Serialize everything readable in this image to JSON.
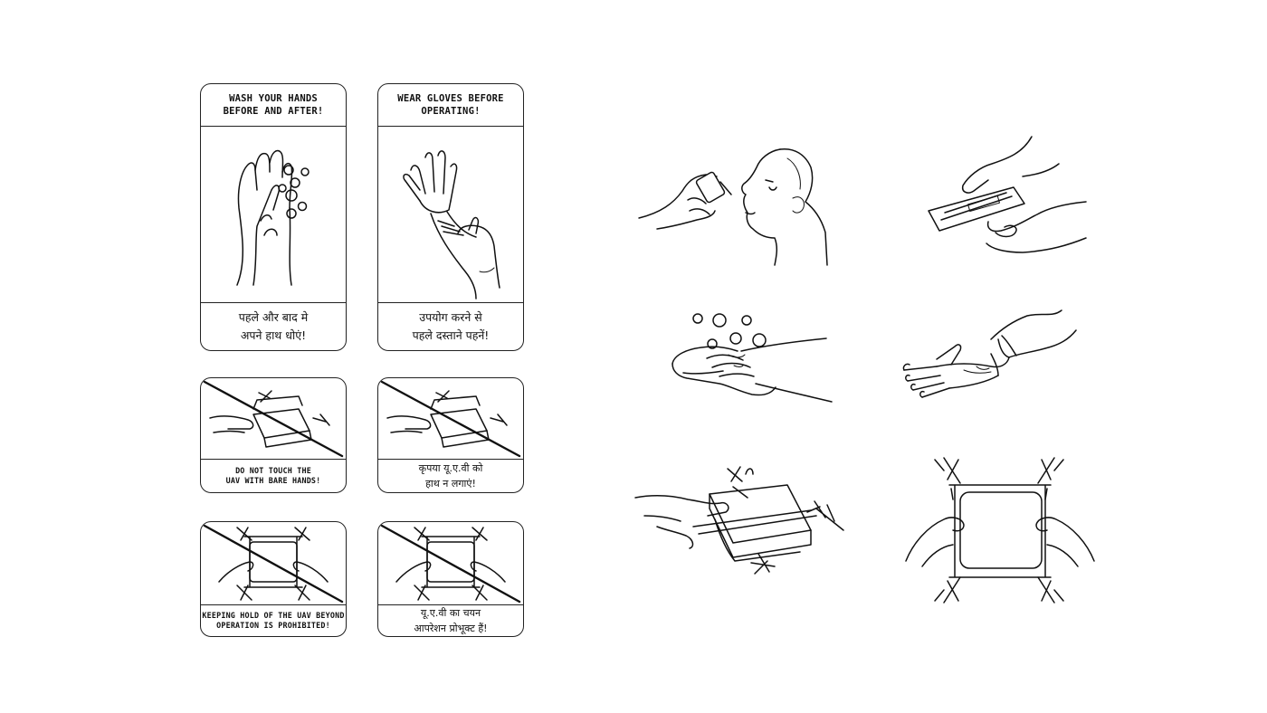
{
  "cards": {
    "wash": {
      "title_line1": "WASH YOUR HANDS",
      "title_line2": "BEFORE AND AFTER!",
      "hindi_line1": "पहले और बाद मे",
      "hindi_line2": "अपने हाथ धोएं!",
      "icon": "washing-hands"
    },
    "gloves": {
      "title_line1": "WEAR GLOVES BEFORE",
      "title_line2": "OPERATING!",
      "hindi_line1": "उपयोग करने से",
      "hindi_line2": "पहले दस्ताने पहनें!",
      "icon": "putting-on-glove"
    },
    "no_touch_en": {
      "line1": "DO NOT TOUCH THE",
      "line2": "UAV WITH BARE HANDS!",
      "icon": "prohibited-touch-uav"
    },
    "no_touch_hi": {
      "line1": "कृपया यू.ए.वी को",
      "line2": "हाथ न लगाएं!",
      "icon": "prohibited-touch-uav"
    },
    "no_hold_en": {
      "line1": "KEEPING HOLD OF THE  UAV BEYOND",
      "line2": "OPERATION IS PROHIBITED!",
      "icon": "prohibited-hold-uav"
    },
    "no_hold_hi": {
      "line1": "यू.ए.वी का चयन",
      "line2": "आपरेशन प्रोभूक्ट हैं!",
      "icon": "prohibited-hold-uav"
    }
  },
  "illustrations": [
    {
      "name": "nasal-drop",
      "icon": "eye-drop-face"
    },
    {
      "name": "unpack-kit",
      "icon": "hands-opening-package"
    },
    {
      "name": "washing-hands",
      "icon": "soap-bubbles-hands"
    },
    {
      "name": "glove-on",
      "icon": "glove-pulling"
    },
    {
      "name": "hand-on-uav",
      "icon": "hand-touching-drone"
    },
    {
      "name": "holding-uav",
      "icon": "hands-holding-drone"
    }
  ]
}
